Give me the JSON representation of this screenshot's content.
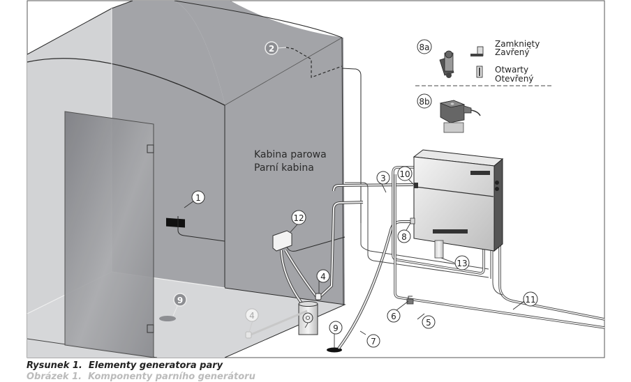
{
  "figure": {
    "caption": "Rysunek 1.  Elementy generatora pary",
    "caption_secondary": "Obrázek 1.  Komponenty parního generátoru"
  },
  "cabin": {
    "label_line1": "Kabina parowa",
    "label_line2": "Parní kabina"
  },
  "valve_legend": {
    "label_8a": "8a",
    "label_8b": "8b",
    "closed_pl": "Zamknięty",
    "closed_cz": "Zavřený",
    "open_pl": "Otwarty",
    "open_cz": "Otevřený"
  },
  "callouts": {
    "c1": "1",
    "c2": "2",
    "c3": "3",
    "c4": "4",
    "c4b": "4",
    "c5": "5",
    "c6": "6",
    "c7": "7",
    "c8": "8",
    "c9a": "9",
    "c9b": "9",
    "c10": "10",
    "c11": "11",
    "c12": "12",
    "c13": "13"
  },
  "colors": {
    "wall_dark": "#a3a4a8",
    "wall_light": "#d2d3d5",
    "floor": "#d6d7d9",
    "glass": "#8d8e92",
    "line": "#2a2a2a"
  }
}
